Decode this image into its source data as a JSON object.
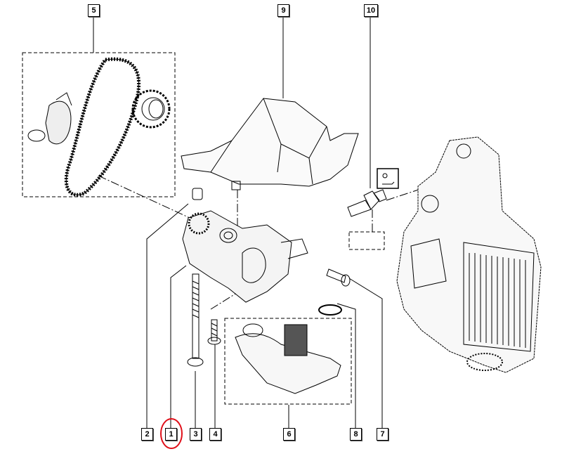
{
  "diagram": {
    "callouts": {
      "c1": "1",
      "c2": "2",
      "c3": "3",
      "c4": "4",
      "c5": "5",
      "c6": "6",
      "c7": "7",
      "c8": "8",
      "c9": "9",
      "c10": "10"
    },
    "highlighted_callout": "1",
    "highlight_color": "#e0101a",
    "line_color": "#000000"
  }
}
